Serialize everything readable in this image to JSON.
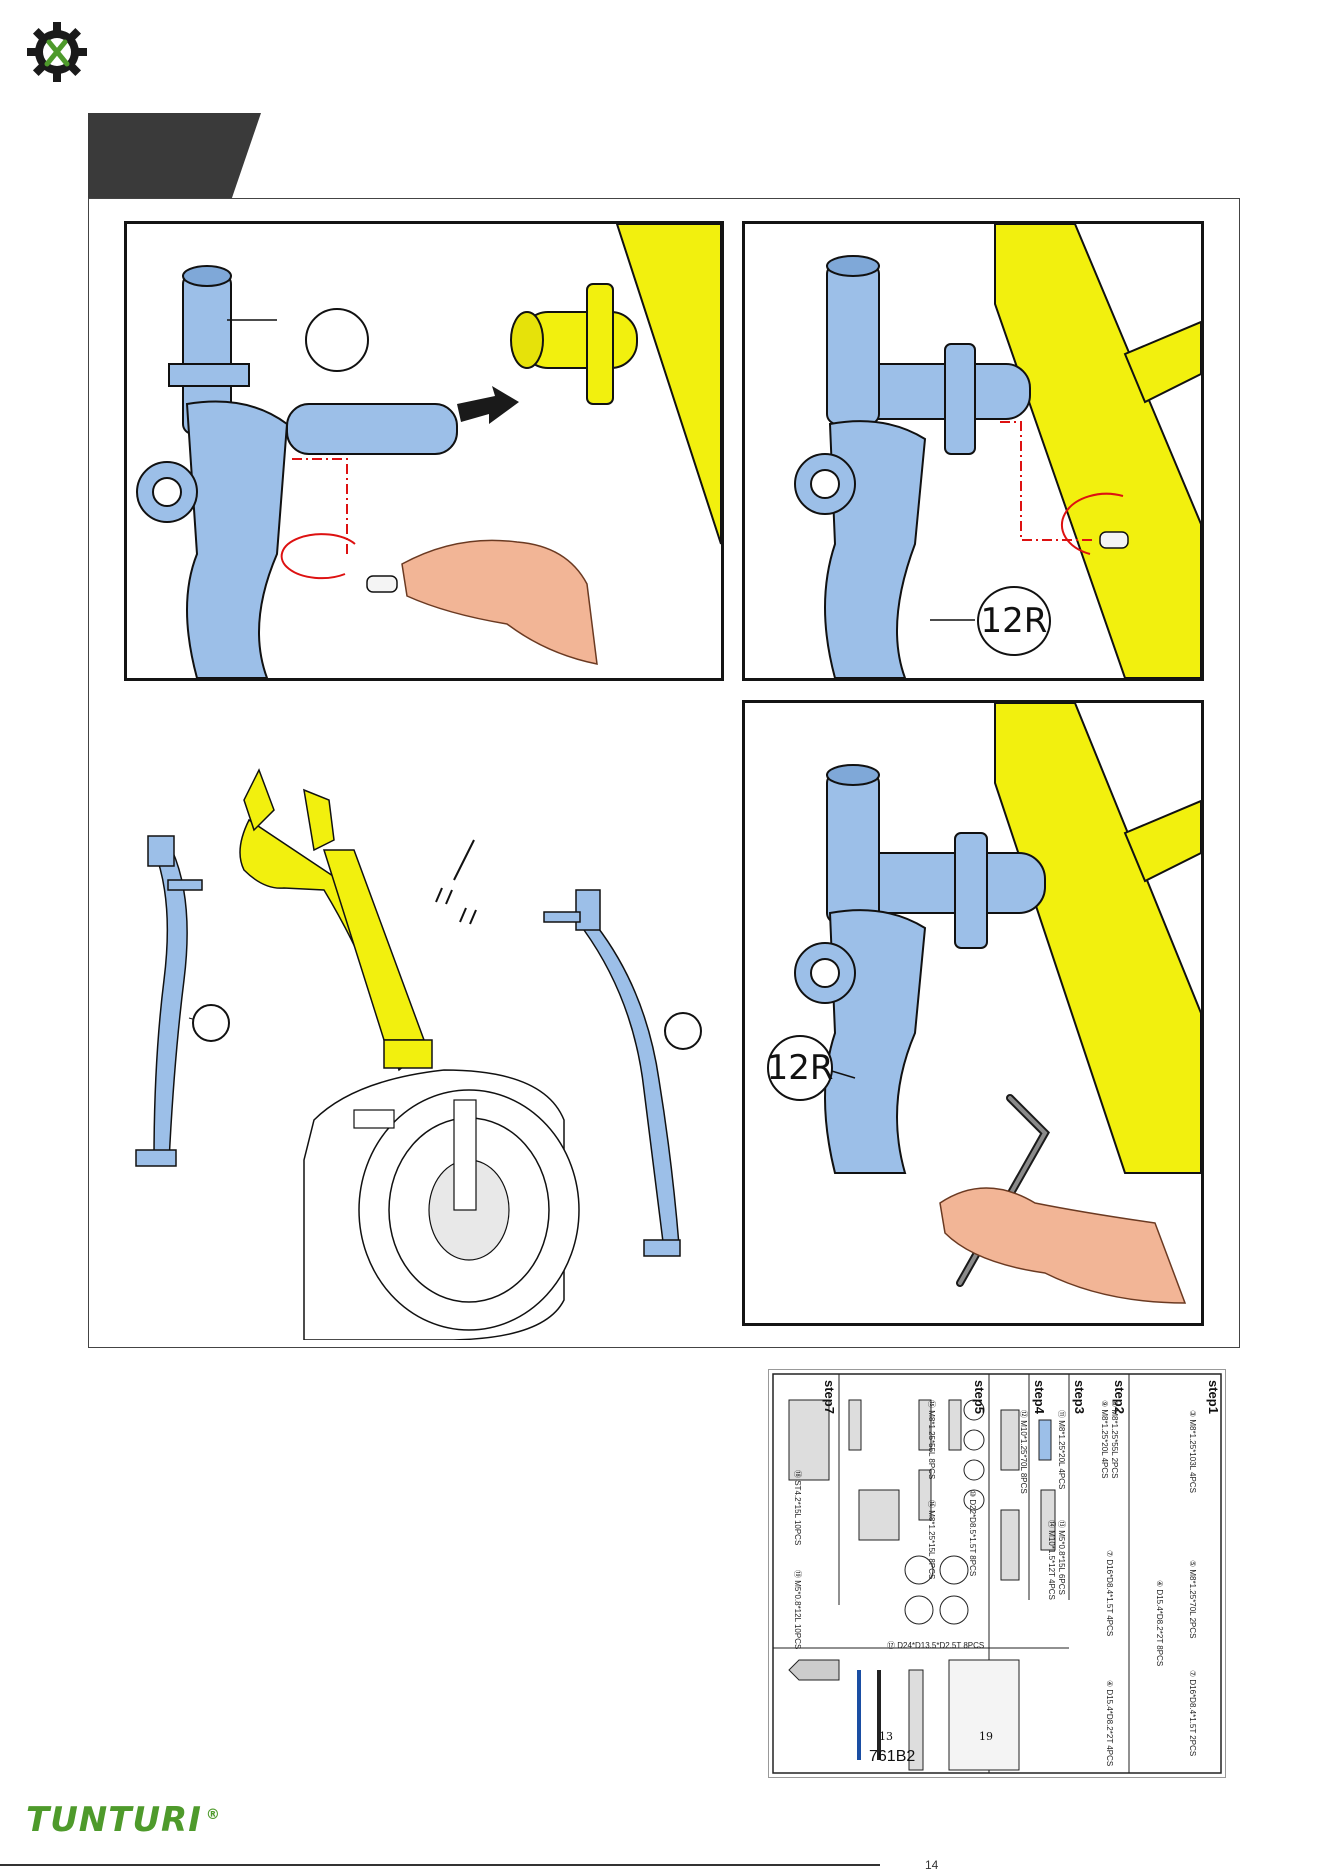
{
  "brand": {
    "name": "TUNTURI",
    "registered": "®"
  },
  "icons": {
    "logo": "gear-wrench-icon"
  },
  "colors": {
    "yellow_part": "#f2f00e",
    "blue_part": "#9cbfe8",
    "brand_green": "#4e9a2b",
    "dark_tab": "#3a3a3a"
  },
  "panels": {
    "top_left": {
      "callout": ""
    },
    "top_right": {
      "callout": "12R"
    },
    "bottom_right": {
      "callout": "12R"
    },
    "overview": {
      "callout_left": "",
      "callout_right": "",
      "callout_bolts": ""
    }
  },
  "hardware_sheet": {
    "model": "761B2",
    "steps": [
      "step1",
      "step2",
      "step3",
      "step4",
      "step5",
      "step7"
    ],
    "items": [
      "③ M8*1.25*103L  4PCS",
      "⑤ M8*1.25*70L  2PCS",
      "⑦ D16*D8.4*1.5T  2PCS",
      "④ D15.4*D8.2*2T  8PCS",
      "⑧ M8*1.25*55L  2PCS",
      "⑨ M8*1.25*20L  4PCS",
      "⑦ D16*D8.4*1.5T  4PCS",
      "④ D15.4*D8.2*2T  4PCS",
      "⑪ M8*1.25*20L  4PCS",
      "⑬ M5*0.8*15L  6PCS",
      "⑫ M10*1.25*70L  8PCS",
      "⑭ M10*1.5*12T  4PCS",
      "⑩ D22*D8.5*1.5T  8PCS",
      "⑮ M8*1.25*55L  8PCS",
      "⑯ M8*1.25*15L  8PCS",
      "⑰ D24*D13.5*D2.5T  8PCS",
      "⑱ ST4.2*15L  10PCS",
      "⑲ M5*0.8*12L  10PCS"
    ],
    "wrench_sizes": [
      "13",
      "19"
    ]
  },
  "page": {
    "number": "14"
  }
}
